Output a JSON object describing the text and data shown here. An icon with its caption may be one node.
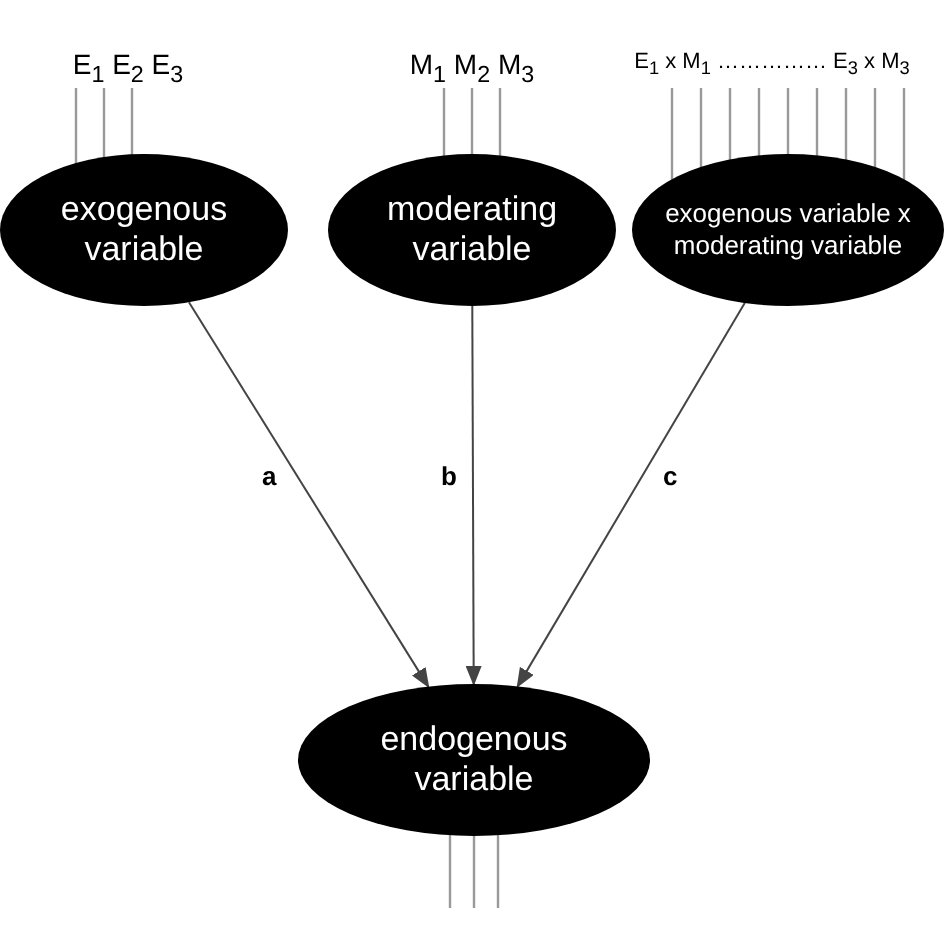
{
  "diagram": {
    "nodes": [
      {
        "text": [
          "exogenous variable"
        ],
        "beside": [
          "E$_{1}$ E$_{2}$ E$_{3}$"
        ]
      },
      {
        "text": [
          "moderating variable"
        ],
        "beside": [
          "M$_{1}$ M$_{2}$ M$_{3}$"
        ]
      },
      {
        "text": [
          "exogenous variable x moderating variable"
        ],
        "beside": [
          "E$_{1}$ x M$_{1}$ …………… E$_{3}$ x M$_{3}$"
        ]
      },
      {
        "text": [
          "endogenous variable"
        ]
      }
    ],
    "edges": [
      {
        "from": 0,
        "to": 3,
        "arrow": "to",
        "label": "a"
      },
      {
        "from": 1,
        "to": 3,
        "arrow": "to",
        "label": "b"
      },
      {
        "from": 2,
        "to": 3,
        "arrow": "to",
        "label": "c"
      }
    ]
  }
}
